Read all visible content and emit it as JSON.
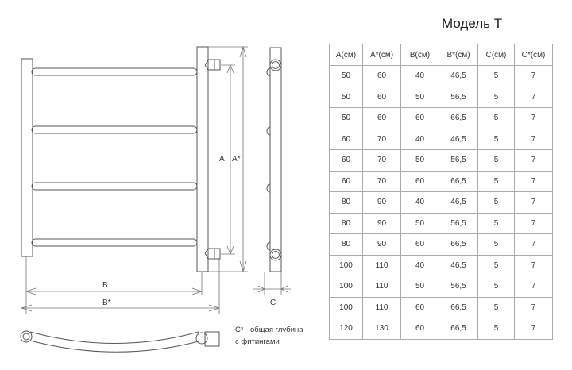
{
  "title": "Модель Т",
  "drawing_labels": {
    "A": "A",
    "A_star": "A*",
    "B": "B",
    "B_star": "B*",
    "C": "C"
  },
  "note": {
    "line1": "C* - общая глубина",
    "line2": "с фитингами"
  },
  "table": {
    "headers": [
      "A(см)",
      "A*(см)",
      "B(см)",
      "B*(см)",
      "C(см)",
      "C*(см)"
    ],
    "rows": [
      [
        "50",
        "60",
        "40",
        "46,5",
        "5",
        "7"
      ],
      [
        "50",
        "60",
        "50",
        "56,5",
        "5",
        "7"
      ],
      [
        "50",
        "60",
        "60",
        "66,5",
        "5",
        "7"
      ],
      [
        "60",
        "70",
        "40",
        "46,5",
        "5",
        "7"
      ],
      [
        "60",
        "70",
        "50",
        "56,5",
        "5",
        "7"
      ],
      [
        "60",
        "70",
        "60",
        "66,5",
        "5",
        "7"
      ],
      [
        "80",
        "90",
        "40",
        "46,5",
        "5",
        "7"
      ],
      [
        "80",
        "90",
        "50",
        "56,5",
        "5",
        "7"
      ],
      [
        "80",
        "90",
        "60",
        "66,5",
        "5",
        "7"
      ],
      [
        "100",
        "110",
        "40",
        "46,5",
        "5",
        "7"
      ],
      [
        "100",
        "110",
        "50",
        "56,5",
        "5",
        "7"
      ],
      [
        "100",
        "110",
        "60",
        "66,5",
        "5",
        "7"
      ],
      [
        "120",
        "130",
        "60",
        "66,5",
        "5",
        "7"
      ]
    ]
  }
}
